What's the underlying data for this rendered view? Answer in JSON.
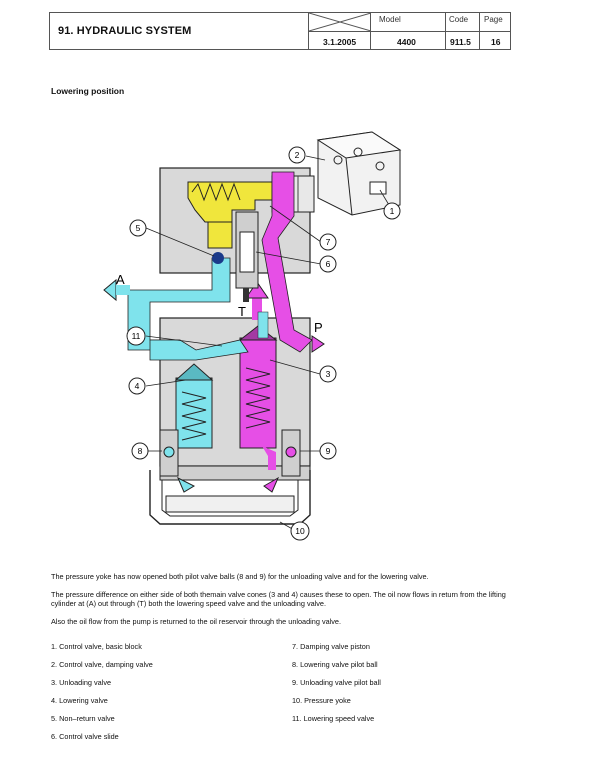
{
  "header": {
    "title": "91. HYDRAULIC SYSTEM",
    "date": "3.1.2005",
    "model_label": "Model",
    "model_value": "4400",
    "code_label": "Code",
    "code_value": "911.5",
    "page_label": "Page",
    "page_value": "16"
  },
  "subtitle": "Lowering position",
  "diagram": {
    "port_a": "A",
    "port_t": "T",
    "port_p": "P",
    "callouts": [
      "1",
      "2",
      "3",
      "4",
      "5",
      "6",
      "7",
      "8",
      "9",
      "10",
      "11"
    ],
    "colors": {
      "pressure": "#e64fe6",
      "return": "#7fe3ec",
      "pilot": "#f0e63c",
      "body": "#d9d9d9"
    }
  },
  "paragraphs": [
    "The pressure yoke has now opened both pilot valve balls (8 and 9) for the unloading valve and for the lowering valve.",
    "The pressure difference on either side of both themain valve cones (3 and 4) causes these to open. The oil now flows in return from the lifting cylinder at (A) out through (T) both the lowering speed valve and the unloading valve.",
    "Also the oil flow from the pump is returned to the oil reservoir through the unloading valve."
  ],
  "legend": {
    "left": [
      "1. Control valve, basic block",
      "2. Control valve, damping valve",
      "3. Unloading valve",
      "4. Lowering valve",
      "5. Non–return valve",
      "6. Control valve slide"
    ],
    "right": [
      "7. Damping valve piston",
      "8. Lowering valve pilot ball",
      "9. Unloading valve pilot ball",
      "10. Pressure yoke",
      "11. Lowering speed valve"
    ]
  }
}
